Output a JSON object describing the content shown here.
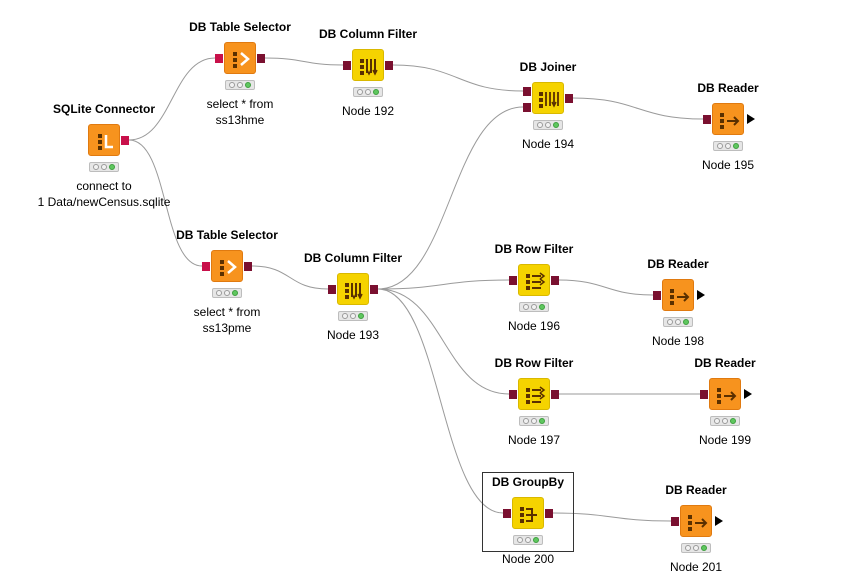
{
  "workflow": {
    "nodes": [
      {
        "id": "n-sqlite",
        "title": "SQLite Connector",
        "label": [
          "connect to",
          "1  Data/newCensus.sqlite"
        ],
        "color": "orange",
        "glyph": "sqlite-connector-icon",
        "in_port": false,
        "out_port": "conn",
        "arrow": false
      },
      {
        "id": "n-ts1",
        "title": "DB Table Selector",
        "label": [
          "select * from",
          "ss13hme"
        ],
        "color": "orange",
        "glyph": "table-selector-icon",
        "in_port": "conn",
        "out_port": "db",
        "arrow": false
      },
      {
        "id": "n-cf192",
        "title": "DB Column Filter",
        "label": [
          "Node 192"
        ],
        "color": "yellow",
        "glyph": "column-filter-icon",
        "in_port": "db",
        "out_port": "db",
        "arrow": false
      },
      {
        "id": "n-join194",
        "title": "DB Joiner",
        "label": [
          "Node 194"
        ],
        "color": "yellow",
        "glyph": "joiner-icon",
        "in_port": "db2",
        "out_port": "db",
        "arrow": false
      },
      {
        "id": "n-r195",
        "title": "DB Reader",
        "label": [
          "Node 195"
        ],
        "color": "orange",
        "glyph": "reader-icon",
        "in_port": "db",
        "out_port": false,
        "arrow": true
      },
      {
        "id": "n-ts2",
        "title": "DB Table Selector",
        "label": [
          "select * from",
          "ss13pme"
        ],
        "color": "orange",
        "glyph": "table-selector-icon",
        "in_port": "conn",
        "out_port": "db",
        "arrow": false
      },
      {
        "id": "n-cf193",
        "title": "DB Column Filter",
        "label": [
          "Node 193"
        ],
        "color": "yellow",
        "glyph": "column-filter-icon",
        "in_port": "db",
        "out_port": "db",
        "arrow": false
      },
      {
        "id": "n-rf196",
        "title": "DB Row Filter",
        "label": [
          "Node 196"
        ],
        "color": "yellow",
        "glyph": "row-filter-icon",
        "in_port": "db",
        "out_port": "db",
        "arrow": false
      },
      {
        "id": "n-r198",
        "title": "DB Reader",
        "label": [
          "Node 198"
        ],
        "color": "orange",
        "glyph": "reader-icon",
        "in_port": "db",
        "out_port": false,
        "arrow": true
      },
      {
        "id": "n-rf197",
        "title": "DB Row Filter",
        "label": [
          "Node 197"
        ],
        "color": "yellow",
        "glyph": "row-filter-icon",
        "in_port": "db",
        "out_port": "db",
        "arrow": false
      },
      {
        "id": "n-r199",
        "title": "DB Reader",
        "label": [
          "Node 199"
        ],
        "color": "orange",
        "glyph": "reader-icon",
        "in_port": "db",
        "out_port": false,
        "arrow": true
      },
      {
        "id": "n-gb200",
        "title": "DB GroupBy",
        "label": [
          "Node 200"
        ],
        "color": "yellow",
        "glyph": "groupby-icon",
        "in_port": "db",
        "out_port": "db",
        "arrow": false,
        "selected": true
      },
      {
        "id": "n-r201",
        "title": "DB Reader",
        "label": [
          "Node 201"
        ],
        "color": "orange",
        "glyph": "reader-icon",
        "in_port": "db",
        "out_port": false,
        "arrow": true
      }
    ],
    "edges": [
      {
        "from": "n-sqlite",
        "to": "n-ts1"
      },
      {
        "from": "n-sqlite",
        "to": "n-ts2"
      },
      {
        "from": "n-ts1",
        "to": "n-cf192"
      },
      {
        "from": "n-cf192",
        "to": "n-join194",
        "port": 0
      },
      {
        "from": "n-cf193",
        "to": "n-join194",
        "port": 1
      },
      {
        "from": "n-join194",
        "to": "n-r195"
      },
      {
        "from": "n-ts2",
        "to": "n-cf193"
      },
      {
        "from": "n-cf193",
        "to": "n-rf196"
      },
      {
        "from": "n-rf196",
        "to": "n-r198"
      },
      {
        "from": "n-cf193",
        "to": "n-rf197"
      },
      {
        "from": "n-rf197",
        "to": "n-r199"
      },
      {
        "from": "n-cf193",
        "to": "n-gb200"
      },
      {
        "from": "n-gb200",
        "to": "n-r201"
      }
    ],
    "colors": {
      "node_orange": "#f7931e",
      "node_yellow": "#f5d300",
      "port": "#7a1030",
      "conn_port": "#c8104a",
      "wire": "#9a9a9a",
      "status_ok": "#5fc75f"
    }
  }
}
